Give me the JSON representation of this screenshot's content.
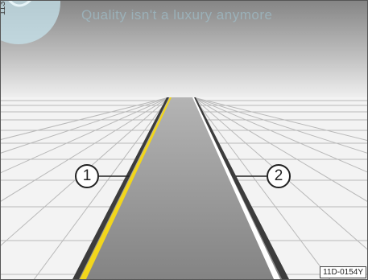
{
  "watermark": {
    "text": "Quality isn't a luxury anymore",
    "side_number": "113"
  },
  "callouts": [
    {
      "number": "1",
      "target": "yellow-lane-line"
    },
    {
      "number": "2",
      "target": "white-lane-line"
    }
  ],
  "figure_id": "11D-0154Y",
  "colors": {
    "sky_top": "#8a8a8a",
    "sky_bottom": "#ececec",
    "ground": "#f3f3f3",
    "tile_lines": "#b9b9b9",
    "road": "#8c8c8c",
    "road_edge": "#3c3c3c",
    "yellow_line": "#f2d61c",
    "white_line": "#ffffff",
    "watermark_circle": "#c6e3ec"
  }
}
